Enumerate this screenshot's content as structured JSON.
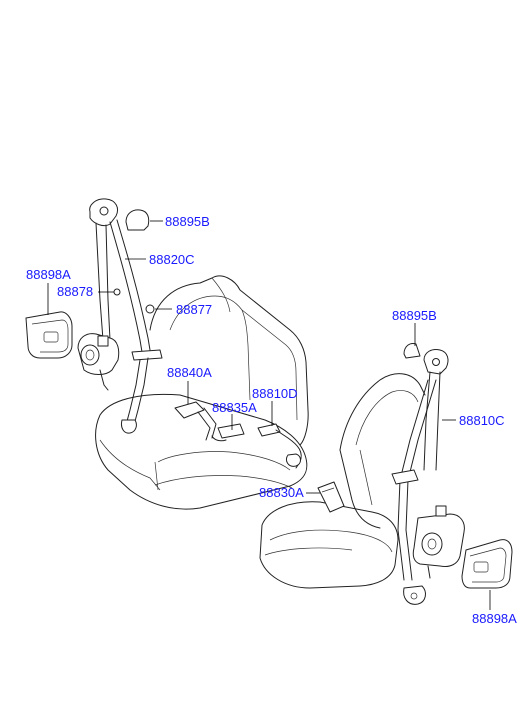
{
  "labels": {
    "rear_retractor_cover": "88895B",
    "rear_belt_assy": "88820C",
    "rear_trim_cover": "88898A",
    "rear_bolt": "88878",
    "rear_plug": "88877",
    "rear_buckle_a": "88840A",
    "rear_buckle_center": "88835A",
    "rear_buckle_d": "88810D",
    "front_buckle": "88830A",
    "front_retractor_cover": "88895B",
    "front_belt_assy": "88810C",
    "front_trim_cover": "88898A"
  }
}
